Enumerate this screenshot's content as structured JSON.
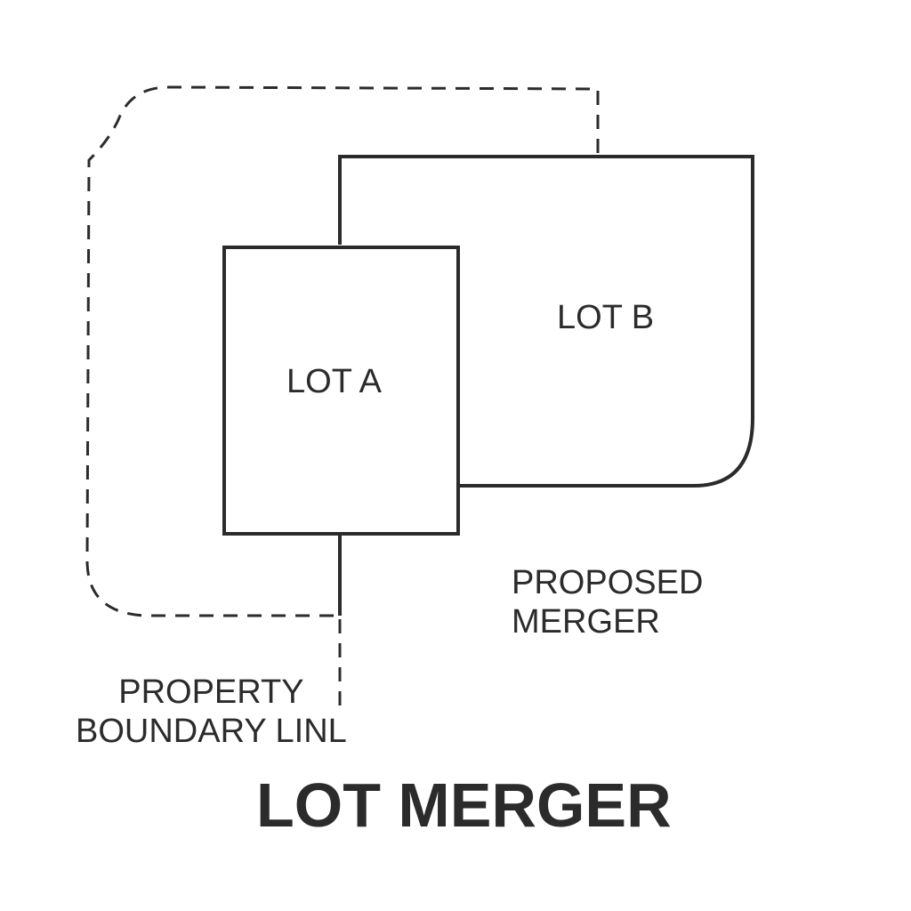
{
  "diagram": {
    "title": "LOT MERGER",
    "lots": [
      {
        "label": "LOT A"
      },
      {
        "label": "LOT B"
      }
    ],
    "annotations": {
      "proposed_merger": "PROPOSED\nMERGER",
      "property_boundary": "PROPERTY\nBOUNDARY LINL"
    },
    "colors": {
      "stroke": "#2b2b2b",
      "background": "#ffffff"
    }
  }
}
